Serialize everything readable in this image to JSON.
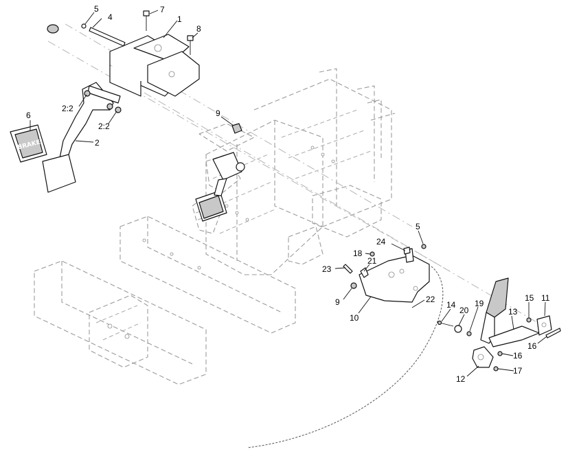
{
  "callouts": {
    "c1": "1",
    "c2": "2",
    "c4": "4",
    "c5a": "5",
    "c5b": "5",
    "c6": "6",
    "c7": "7",
    "c8": "8",
    "c9a": "9",
    "c9b": "9",
    "c10": "10",
    "c11": "11",
    "c12": "12",
    "c13": "13",
    "c14": "14",
    "c15": "15",
    "c16a": "16",
    "c16b": "16",
    "c17": "17",
    "c18": "18",
    "c19": "19",
    "c20": "20",
    "c21": "21",
    "c22": "22",
    "c23": "23",
    "c24": "24",
    "c22a": "2:2",
    "c22b": "2:2"
  },
  "brake_pad": {
    "logo": "BRAKE"
  },
  "colors": {
    "line": "#111111",
    "frame": "#9a9a9a",
    "shade": "#c8c8c8"
  }
}
